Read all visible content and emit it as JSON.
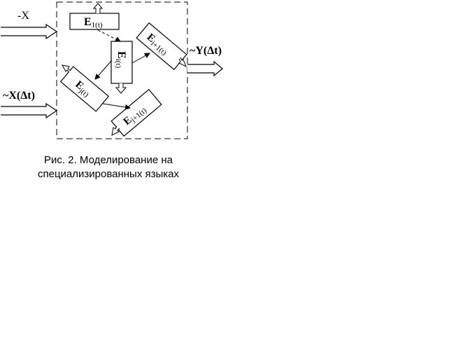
{
  "diagram": {
    "inputs": {
      "top_label": "-X",
      "bottom_label": "~X(Δt)"
    },
    "output": {
      "label": "~Y(Δt)"
    },
    "blocks": {
      "e1": {
        "main": "E",
        "sub": "1(t)"
      },
      "ei": {
        "main": "E",
        "sub": "i(t)"
      },
      "ei1": {
        "main": "E",
        "sub": "i+1(t)"
      },
      "ej": {
        "main": "E",
        "sub": "j(t)"
      },
      "ej1": {
        "main": "E",
        "sub": "j+1(t)"
      }
    }
  },
  "caption": {
    "line1": "Рис. 2. Моделирование на",
    "line2": "специализированных языках"
  },
  "colors": {
    "stroke": "#000000",
    "background": "#ffffff"
  }
}
